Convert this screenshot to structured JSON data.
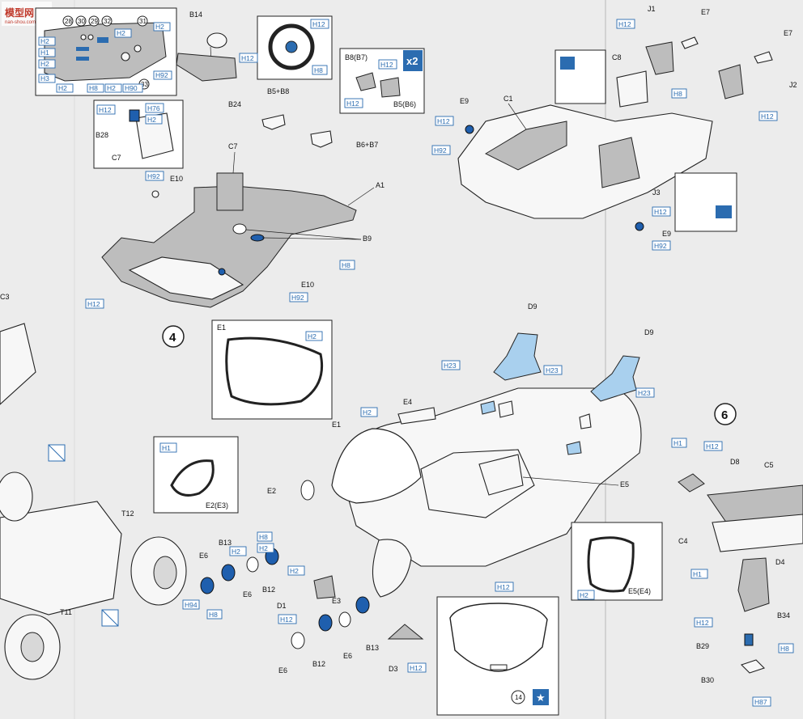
{
  "watermark": {
    "text": "模型网",
    "sub": "nan-shou.com",
    "color": "#c0392b"
  },
  "colors": {
    "paint_callout": "#2b6cb0",
    "gray_part": "#bdbdbd",
    "blue_part": "#a9d0ee",
    "dark_blue": "#1f5fae"
  },
  "steps": {
    "s4": "4",
    "s6": "6"
  },
  "x2_badge": "x2",
  "inset_tl": {
    "circles": [
      "28",
      "30",
      "29",
      "32",
      "31",
      "33"
    ],
    "codes": [
      "H2",
      "H2",
      "H1",
      "H2",
      "H3",
      "H2",
      "H8",
      "H2",
      "H90",
      "H2",
      "H2",
      "H92"
    ]
  },
  "labels": {
    "B14": "B14",
    "B24": "B24",
    "C7": "C7",
    "C7b": "C7",
    "B28": "B28",
    "B8B7": "B8(B7)",
    "B5B6": "B5(B6)",
    "B5B8": "B5+B8",
    "B6B7": "B6+B7",
    "A1": "A1",
    "B9": "B9",
    "E10a": "E10",
    "E10b": "E10",
    "E1": "E1",
    "E1b": "E1",
    "E2": "E2",
    "E2E3": "E2(E3)",
    "E3": "E3",
    "E4": "E4",
    "E5": "E5",
    "E5E4": "E5(E4)",
    "D9a": "D9",
    "D9b": "D9",
    "D1": "D1",
    "D3": "D3",
    "E6a": "E6",
    "E6b": "E6",
    "E6c": "E6",
    "E6d": "E6",
    "B13a": "B13",
    "B13b": "B13",
    "B12a": "B12",
    "B12b": "B12",
    "T11": "T11",
    "T12": "T12",
    "C3": "C3",
    "J1": "J1",
    "J2": "J2",
    "J3": "J3",
    "E7a": "E7",
    "E7b": "E7",
    "C8": "C8",
    "C1": "C1",
    "E9a": "E9",
    "E9b": "E9",
    "D8": "D8",
    "C5": "C5",
    "C4": "C4",
    "D4": "D4",
    "B34": "B34",
    "B29": "B29",
    "B30": "B30",
    "circle14": "14"
  },
  "codes": {
    "H12": "H12",
    "H8": "H8",
    "H2": "H2",
    "H1": "H1",
    "H23": "H23",
    "H92": "H92",
    "H94": "H94",
    "H76": "H76",
    "H87": "H87"
  }
}
